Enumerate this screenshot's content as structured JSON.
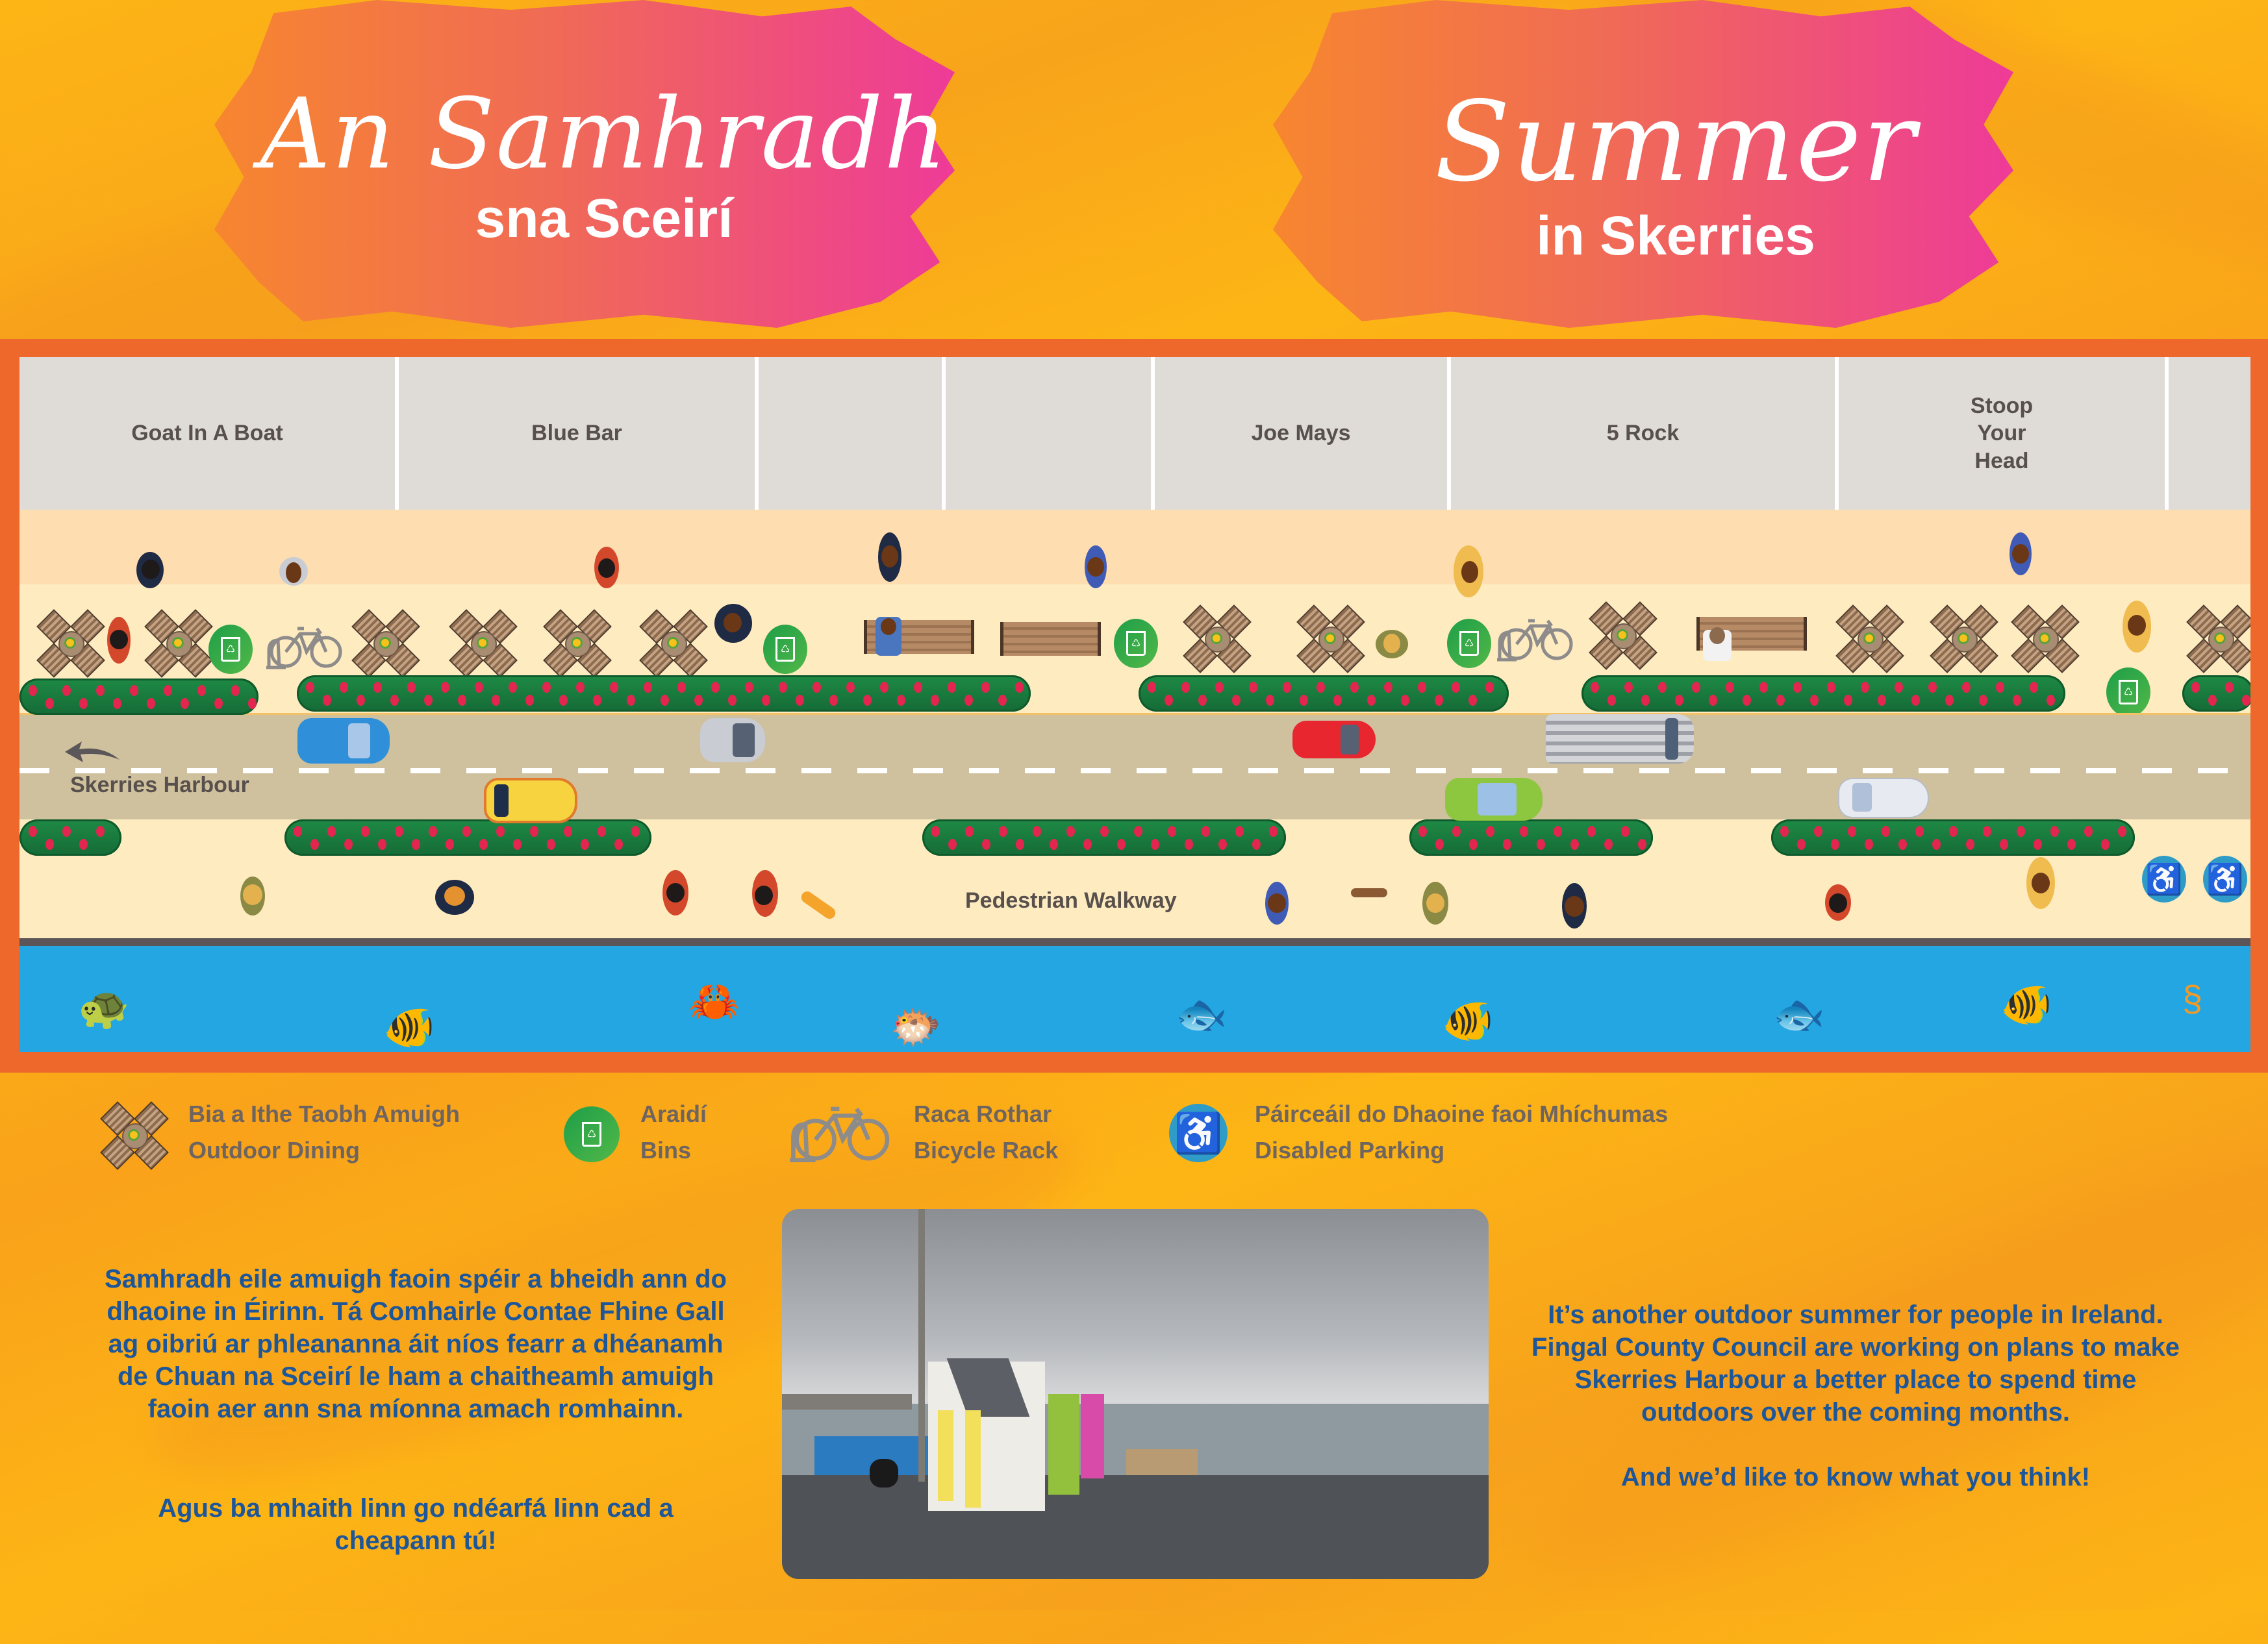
{
  "header": {
    "irish_title_script": "An Samhradh",
    "irish_title_sub": "sna Sceirí",
    "english_title_script": "Summer",
    "english_title_sub": "in Skerries",
    "colors": {
      "background": "#FDB515",
      "blob_start": "#F7862F",
      "blob_end": "#EE3B98",
      "frame": "#EE682C"
    }
  },
  "map": {
    "storefronts": [
      {
        "label": "Goat In A Boat"
      },
      {
        "label": "Blue Bar"
      },
      {
        "label": ""
      },
      {
        "label": ""
      },
      {
        "label": "Joe Mays"
      },
      {
        "label": "5 Rock"
      },
      {
        "label": "Stoop Your Head"
      },
      {
        "label": ""
      }
    ],
    "direction_label": "Skerries Harbour",
    "direction_icon": "arrow-left-icon",
    "walkway_label": "Pedestrian Walkway",
    "vehicles": [
      {
        "type": "car",
        "color": "#2F8FD8",
        "lane": "upper"
      },
      {
        "type": "car",
        "color": "#C9CCD2",
        "lane": "upper"
      },
      {
        "type": "car",
        "color": "#F6D33F",
        "lane": "lower"
      },
      {
        "type": "car",
        "color": "#E8262F",
        "lane": "upper"
      },
      {
        "type": "van",
        "color": "#C4C6CB",
        "lane": "upper"
      },
      {
        "type": "car",
        "color": "#8DC63F",
        "lane": "lower"
      },
      {
        "type": "car",
        "color": "#E7EAF0",
        "lane": "lower"
      }
    ],
    "sea_creatures": [
      "turtle",
      "angelfish",
      "crab",
      "pufferfish",
      "goldfish",
      "blue-tang",
      "goldfish",
      "blue-tang",
      "seahorse"
    ]
  },
  "legend": [
    {
      "icon": "outdoor-dining-icon",
      "irish": "Bia a Ithe Taobh Amuigh",
      "english": "Outdoor Dining"
    },
    {
      "icon": "bin-icon",
      "irish": "Araidí",
      "english": "Bins"
    },
    {
      "icon": "bicycle-rack-icon",
      "irish": "Raca Rothar",
      "english": "Bicycle Rack"
    },
    {
      "icon": "disabled-parking-icon",
      "irish": "Páirceáil do Dhaoine faoi Mhíchumas",
      "english": "Disabled Parking"
    }
  ],
  "irish_text": {
    "paragraph1": "Samhradh eile amuigh faoin spéir a bheidh ann do dhaoine in Éirinn. Tá Comhairle Contae Fhine Gall ag oibriú ar phleananna áit níos fearr a dhéanamh de Chuan na Sceirí le ham a chaitheamh amuigh faoin aer ann sna míonna amach romhainn.",
    "paragraph2": "Agus ba mhaith linn go ndéarfá linn cad a cheapann tú!"
  },
  "english_text": {
    "paragraph1": "It’s another outdoor summer for people in Ireland. Fingal County Council are working on plans to make Skerries Harbour a better place to spend time outdoors over the coming months.",
    "paragraph2": "And we’d like to know what you think!"
  },
  "photo": {
    "subject": "Skerries Harbour huts with dog on quay"
  }
}
